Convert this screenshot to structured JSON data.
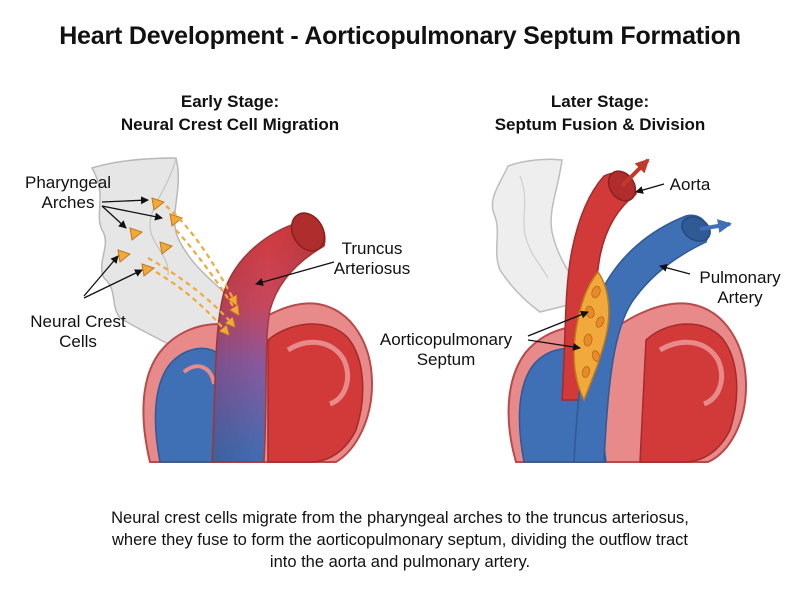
{
  "title": "Heart Development - Aorticopulmonary Septum Formation",
  "panels": {
    "early": {
      "heading_line1": "Early Stage:",
      "heading_line2": "Neural Crest Cell Migration",
      "labels": {
        "pharyngeal_line1": "Pharyngeal",
        "pharyngeal_line2": "Arches",
        "neural_line1": "Neural Crest",
        "neural_line2": "Cells",
        "truncus_line1": "Truncus",
        "truncus_line2": "Arteriosus"
      }
    },
    "later": {
      "heading_line1": "Later Stage:",
      "heading_line2": "Septum Fusion & Division",
      "labels": {
        "aorta": "Aorta",
        "pulmonary_line1": "Pulmonary",
        "pulmonary_line2": "Artery",
        "septum_line1": "Aorticopulmonary",
        "septum_line2": "Septum"
      }
    }
  },
  "caption_lines": [
    "Neural crest cells migrate from the pharyngeal arches to the truncus arteriosus,",
    "where they fuse to form the aorticopulmonary septum, dividing the outflow tract",
    "into the aorta and pulmonary artery."
  ],
  "colors": {
    "oxygenated_red": "#d23a3a",
    "deoxygenated_blue": "#3f6fb5",
    "myocardium_pink": "#e88a8a",
    "neural_crest_orange": "#f2a93b",
    "arch_gray": "#e6e6e6"
  }
}
